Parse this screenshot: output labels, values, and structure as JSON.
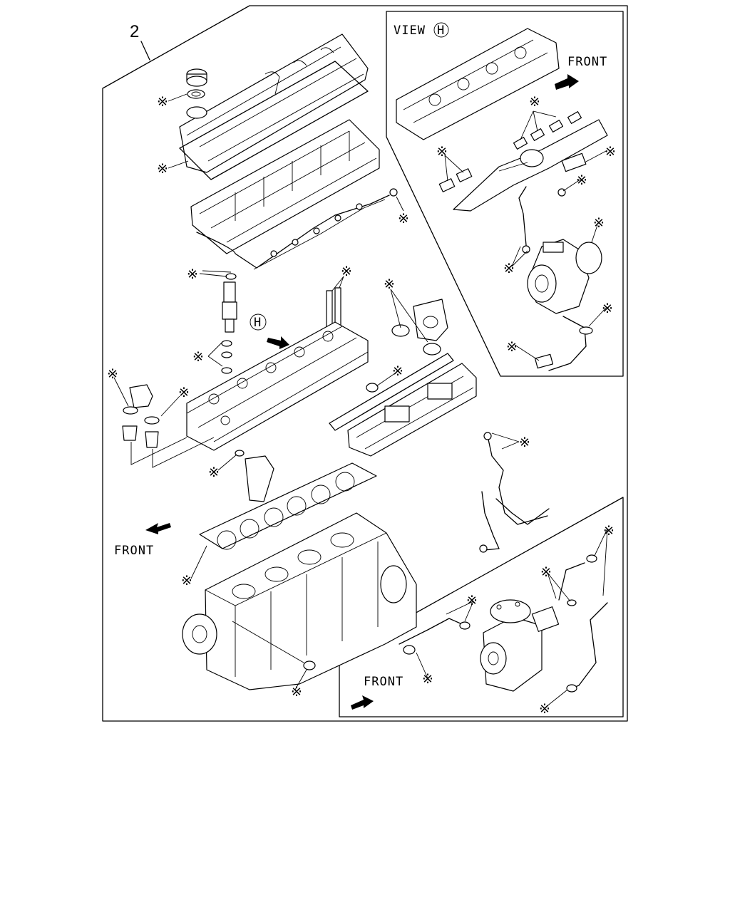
{
  "diagram": {
    "item_number": "2",
    "view_label": "VIEW",
    "view_marker": "H",
    "section_marker": "H",
    "front_label": "FRONT",
    "gasket_mark": "※"
  },
  "icons": {
    "gasket_marker": "asterisk-circle-icon",
    "direction": "arrow-icon",
    "view_marker": "circled-letter-icon"
  },
  "colors": {
    "line": "#000000",
    "background": "#ffffff"
  }
}
